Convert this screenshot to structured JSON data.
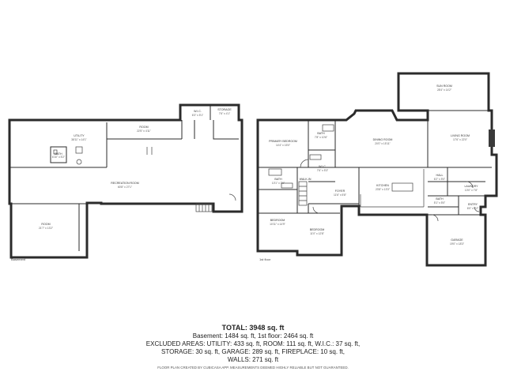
{
  "floors": {
    "basement": {
      "label": "Basement",
      "rooms": {
        "utility": {
          "name": "UTILITY",
          "dims": "38'11\" x 14'1\""
        },
        "bath": {
          "name": "BATH",
          "dims": "6'10\" x 5'2\""
        },
        "room_a": {
          "name": "ROOM",
          "dims": "22'5\" x 4'11\""
        },
        "wic": {
          "name": "W.I.C.",
          "dims": "6'3\" x 5'1\""
        },
        "storage": {
          "name": "STORAGE",
          "dims": "7'6\" x 4'1\""
        },
        "recreation": {
          "name": "RECREATION ROOM",
          "dims": "60'8\" x 27'1\""
        },
        "room_b": {
          "name": "ROOM",
          "dims": "21'7\" x 13'2\""
        }
      }
    },
    "first": {
      "label": "1st floor",
      "rooms": {
        "primary_bedroom": {
          "name": "PRIMARY BEDROOM",
          "dims": "14'4\" x 15'0\""
        },
        "bath_a": {
          "name": "BATH",
          "dims": "7'8\" x 10'6\""
        },
        "dining": {
          "name": "DINING ROOM",
          "dims": "20'0\" x 15'11\""
        },
        "sun_room": {
          "name": "SUN ROOM",
          "dims": "28'4\" x 14'2\""
        },
        "living": {
          "name": "LIVING ROOM",
          "dims": "17'6\" x 22'0\""
        },
        "wic": {
          "name": "W.I.C.",
          "dims": "7'6\" x 5'3\""
        },
        "bath_b": {
          "name": "BATH",
          "dims": "10'1\" x 7'6\""
        },
        "walk_in": {
          "name": "WALK-IN",
          "dims": ""
        },
        "foyer": {
          "name": "FOYER",
          "dims": "11'6\" x 5'8\""
        },
        "kitchen": {
          "name": "KITCHEN",
          "dims": "23'8\" x 13'3\""
        },
        "hall": {
          "name": "HALL",
          "dims": "6'2\" x 5'0\""
        },
        "laundry": {
          "name": "LAUNDRY",
          "dims": "10'0\" x 7'8\""
        },
        "bath_c": {
          "name": "BATH",
          "dims": "5'1\" x 5'0\""
        },
        "entry": {
          "name": "ENTRY",
          "dims": "6'0\" x 4'2\""
        },
        "bedroom_a": {
          "name": "BEDROOM",
          "dims": "10'11\" x 14'9\""
        },
        "bedroom_b": {
          "name": "BEDROOM",
          "dims": "11'0\" x 12'8\""
        },
        "garage": {
          "name": "GARAGE",
          "dims": "19'0\" x 18'3\""
        }
      }
    }
  },
  "summary": {
    "total": "TOTAL: 3948 sq. ft",
    "line1": "Basement: 1484 sq. ft, 1st floor: 2464 sq. ft",
    "line2": "EXCLUDED AREAS: UTILITY: 433 sq. ft, ROOM: 111 sq. ft, W.I.C.: 37 sq. ft,",
    "line3": "STORAGE: 30 sq. ft, GARAGE: 289 sq. ft, FIREPLACE: 10 sq. ft,",
    "line4": "WALLS: 271 sq. ft",
    "footer": "FLOOR PLAN CREATED BY CUBICASA APP. MEASUREMENTS DEEMED HIGHLY RELIABLE BUT NOT GUARANTEED."
  }
}
